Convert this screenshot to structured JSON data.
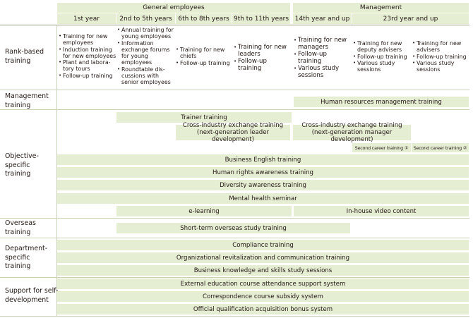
{
  "header": {
    "general_employees": "General employees",
    "management": "Management",
    "columns": [
      "1st year",
      "2nd to 5th years",
      "6th to 8th years",
      "9th to 11th years",
      "14th year and up",
      "23rd year and up"
    ]
  },
  "rows": {
    "rank_based": "Rank-based\ntraining",
    "management": "Management\ntraining",
    "objective_specific": "Objective-\nspecific\ntraining",
    "overseas": "Overseas\ntraining",
    "department_specific": "Department-\nspecific\ntraining",
    "self_development": "Support for self-\ndevelopment"
  },
  "rank_based_lists": {
    "year1": [
      "Training for new employees",
      "Induction training for new employees",
      "Plant and labora-tory tours",
      "Follow-up training"
    ],
    "years2_5": [
      "Annual training for young employees",
      "Information exchange forums for young employees",
      "Roundtable dis-cussions with senior employees"
    ],
    "years6_8": [
      "Training for new chiefs",
      "Follow-up training"
    ],
    "years9_11": [
      "Training for new leaders",
      "Follow-up training"
    ],
    "year14": [
      "Training for new managers",
      "Follow-up training",
      "Various study sessions"
    ],
    "year23_deputy": [
      "Training for new deputy advisers",
      "Follow-up training",
      "Various study sessions"
    ],
    "year23_adviser": [
      "Training for new advisers",
      "Follow-up training",
      "Various study sessions"
    ]
  },
  "programs": {
    "hr_management": "Human resources management training",
    "trainer": "Trainer training",
    "cross_industry_leader": "Cross-industry exchange training\n(next-generation leader development)",
    "cross_industry_manager": "Cross-industry exchange training\n(next-generation manager development)",
    "second_career_1": "Second career training ①",
    "second_career_2": "Second career training ②",
    "business_english": "Business English training",
    "human_rights": "Human rights awareness training",
    "diversity": "Diversity awareness training",
    "mental_health": "Mental health seminar",
    "elearning": "e-learning",
    "inhouse_video": "In-house video content",
    "short_term_overseas": "Short-term overseas study training",
    "compliance": "Compliance training",
    "org_revitalization": "Organizational revitalization and communication training",
    "business_knowledge": "Business knowledge and skills study sessions",
    "external_education": "External education course attendance support system",
    "correspondence": "Correspondence course subsidy system",
    "qualification_bonus": "Official qualification acquisition bonus system"
  }
}
